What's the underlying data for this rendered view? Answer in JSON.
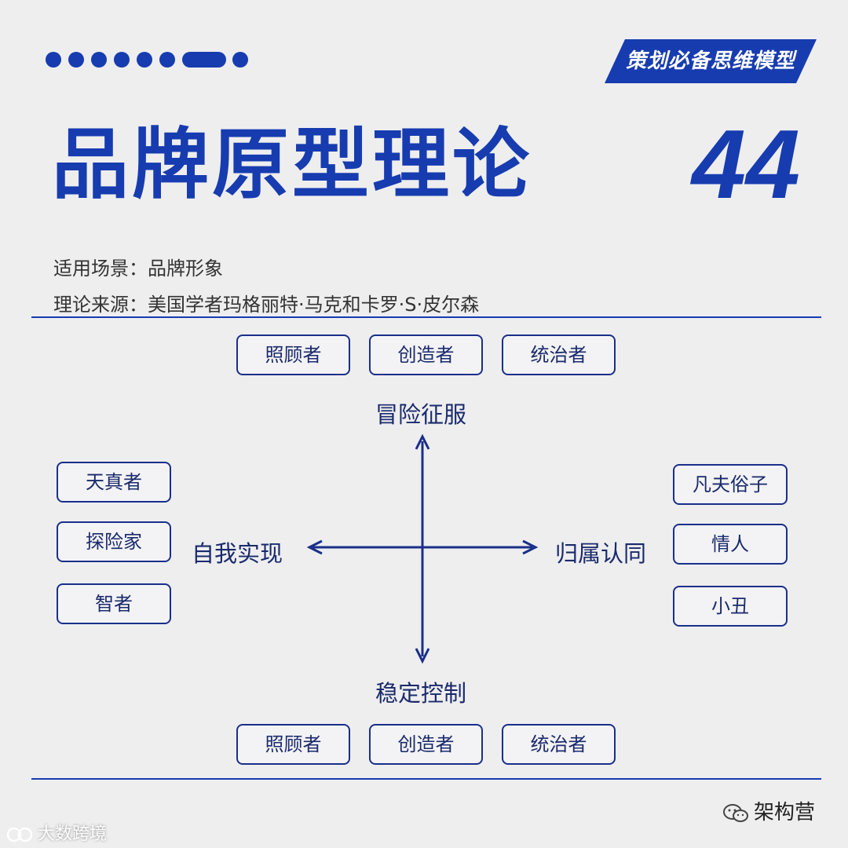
{
  "header": {
    "banner_text": "策划必备思维模型",
    "title": "品牌原型理论",
    "number": "44"
  },
  "meta": {
    "scenario": "适用场景：品牌形象",
    "source": "理论来源：美国学者玛格丽特·马克和卡罗·S·皮尔森"
  },
  "diagram": {
    "axis_top": "冒险征服",
    "axis_bottom": "稳定控制",
    "axis_left": "自我实现",
    "axis_right": "归属认同",
    "top_boxes": [
      "照顾者",
      "创造者",
      "统治者"
    ],
    "bottom_boxes": [
      "照顾者",
      "创造者",
      "统治者"
    ],
    "left_boxes": [
      "天真者",
      "探险家",
      "智者"
    ],
    "right_boxes": [
      "凡夫俗子",
      "情人",
      "小丑"
    ]
  },
  "watermark": {
    "left": "大数跨境",
    "right": "架构营"
  },
  "colors": {
    "brand_blue": "#173cb0",
    "box_border": "#1a2f8a",
    "background": "#eeeeef"
  }
}
